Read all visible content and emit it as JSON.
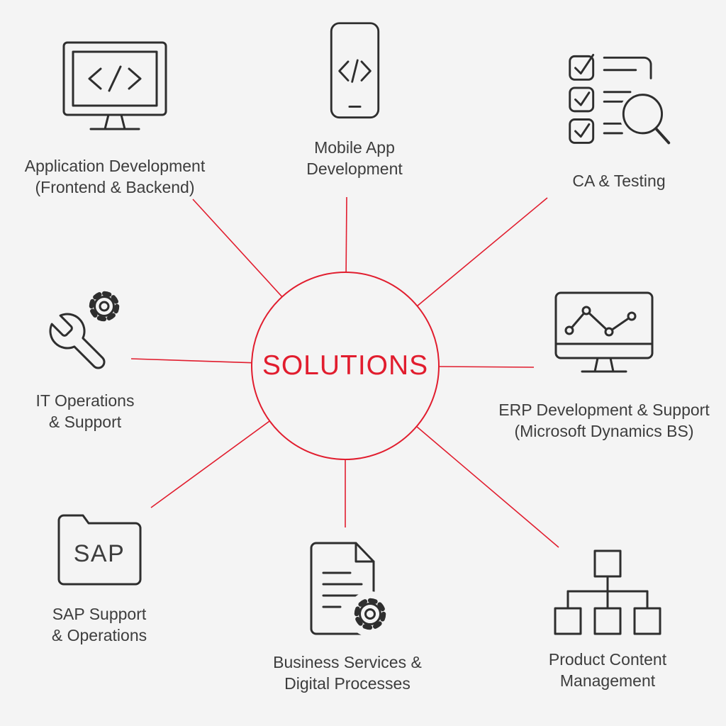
{
  "colors": {
    "bg": "#f4f4f4",
    "accent": "#e11d2e",
    "text": "#3d3d3d",
    "icon-stroke": "#2e2e2e"
  },
  "hub": {
    "label": "SOLUTIONS"
  },
  "nodes": [
    {
      "label": "Application Development\n(Frontend & Backend)",
      "icon": "monitor-code-icon"
    },
    {
      "label": "Mobile App\nDevelopment",
      "icon": "phone-code-icon"
    },
    {
      "label": "CA & Testing",
      "icon": "checklist-magnifier-icon"
    },
    {
      "label": "IT Operations\n& Support",
      "icon": "wrench-gear-icon"
    },
    {
      "label": "ERP Development & Support\n(Microsoft Dynamics BS)",
      "icon": "monitor-chart-icon"
    },
    {
      "label": "SAP Support\n& Operations",
      "icon": "sap-folder-icon",
      "icon_text": "SAP"
    },
    {
      "label": "Business Services &\nDigital Processes",
      "icon": "document-gear-icon"
    },
    {
      "label": "Product Content\nManagement",
      "icon": "hierarchy-icon"
    }
  ]
}
